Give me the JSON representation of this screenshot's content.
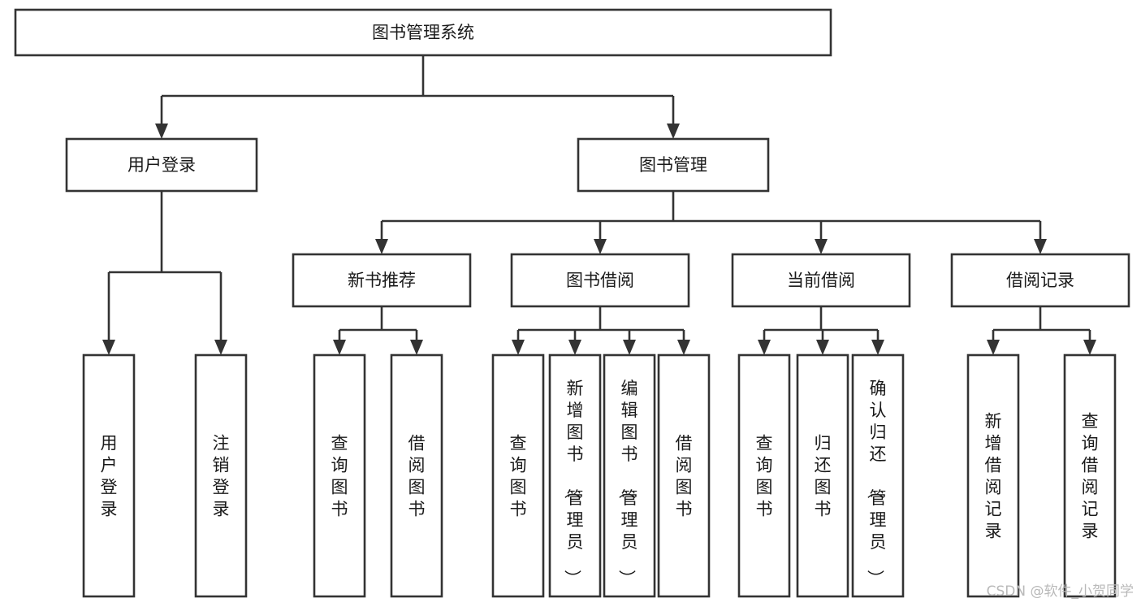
{
  "diagram": {
    "title": "图书管理系统",
    "type": "tree-hierarchy-flowchart",
    "orientation": "top-down",
    "colors": {
      "background": "#ffffff",
      "node_fill": "#ffffff",
      "node_stroke": "#333333",
      "text": "#1a1a1a",
      "watermark": "#b9b9b9"
    },
    "root": {
      "id": "root",
      "label": "图书管理系统",
      "orient": "horizontal"
    },
    "level2": [
      {
        "id": "user-login",
        "label": "用户登录",
        "orient": "horizontal"
      },
      {
        "id": "book-manage",
        "label": "图书管理",
        "orient": "horizontal"
      }
    ],
    "level3": [
      {
        "id": "new-book-recommend",
        "label": "新书推荐",
        "parent": "book-manage",
        "orient": "horizontal"
      },
      {
        "id": "book-borrow",
        "label": "图书借阅",
        "parent": "book-manage",
        "orient": "horizontal"
      },
      {
        "id": "current-borrow",
        "label": "当前借阅",
        "parent": "book-manage",
        "orient": "horizontal"
      },
      {
        "id": "borrow-record",
        "label": "借阅记录",
        "parent": "book-manage",
        "orient": "horizontal"
      }
    ],
    "leaves": [
      {
        "id": "leaf-user-login",
        "label": "用户登录",
        "parent": "user-login",
        "orient": "vertical"
      },
      {
        "id": "leaf-user-logout",
        "label": "注销登录",
        "parent": "user-login",
        "orient": "vertical"
      },
      {
        "id": "leaf-query-book-1",
        "label": "查询图书",
        "parent": "new-book-recommend",
        "orient": "vertical"
      },
      {
        "id": "leaf-borrow-book-1",
        "label": "借阅图书",
        "parent": "new-book-recommend",
        "orient": "vertical"
      },
      {
        "id": "leaf-query-book-2",
        "label": "查询图书",
        "parent": "book-borrow",
        "orient": "vertical"
      },
      {
        "id": "leaf-add-book",
        "label": "新增图书（管理员）",
        "parent": "book-borrow",
        "orient": "vertical"
      },
      {
        "id": "leaf-edit-book",
        "label": "编辑图书（管理员）",
        "parent": "book-borrow",
        "orient": "vertical"
      },
      {
        "id": "leaf-borrow-book-2",
        "label": "借阅图书",
        "parent": "book-borrow",
        "orient": "vertical"
      },
      {
        "id": "leaf-query-book-3",
        "label": "查询图书",
        "parent": "current-borrow",
        "orient": "vertical"
      },
      {
        "id": "leaf-return-book",
        "label": "归还图书",
        "parent": "current-borrow",
        "orient": "vertical"
      },
      {
        "id": "leaf-confirm-return",
        "label": "确认归还（管理员）",
        "parent": "current-borrow",
        "orient": "vertical"
      },
      {
        "id": "leaf-add-record",
        "label": "新增借阅记录",
        "parent": "borrow-record",
        "orient": "vertical"
      },
      {
        "id": "leaf-query-record",
        "label": "查询借阅记录",
        "parent": "borrow-record",
        "orient": "vertical"
      }
    ]
  },
  "watermark": {
    "text": "CSDN @软件_小贺同学"
  }
}
